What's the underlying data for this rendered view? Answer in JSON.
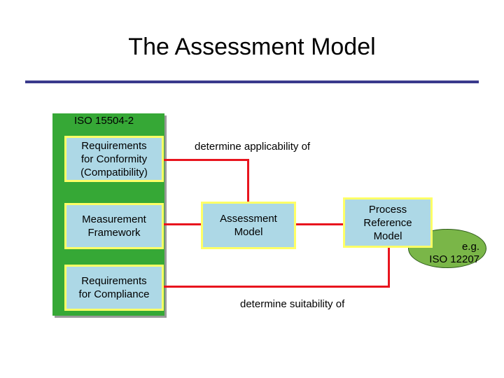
{
  "title": "The Assessment Model",
  "standard": {
    "label": "ISO 15504-2",
    "boxes": {
      "requirements_conformity": "Requirements\nfor Conformity\n(Compatibility)",
      "measurement_framework": "Measurement\nFramework",
      "requirements_compliance": "Requirements\nfor Compliance"
    }
  },
  "assessment_model": "Assessment\nModel",
  "process_reference_model": "Process\nReference\nModel",
  "example": "e.g.\nISO 12207",
  "connectors": {
    "applicability": "determine applicability of",
    "suitability": "determine suitability of"
  },
  "colors": {
    "title_rule": "#3a3a8c",
    "panel": "#36a836",
    "box_fill": "#add8e6",
    "box_border": "#ffff66",
    "connector": "#e8141e",
    "example_fill": "#7ab648"
  }
}
